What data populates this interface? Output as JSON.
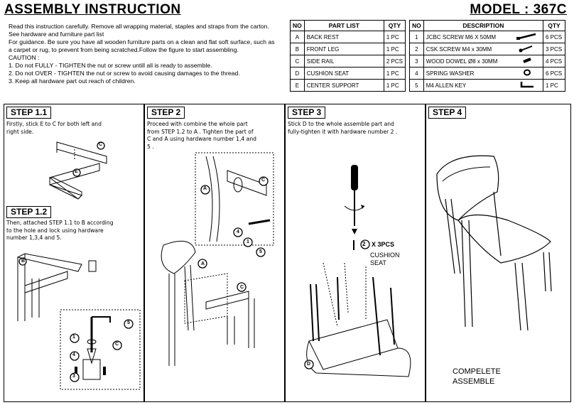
{
  "header": {
    "title": "ASSEMBLY INSTRUCTION",
    "model": "MODEL : 367C"
  },
  "intro": {
    "lines": [
      "Read this  instruction carefully. Remove all wrapping material, staples and straps from the carton.",
      "See hardware and furniture part list",
      "For guidance. Be sure you have all wooden furniture parts on a clean and flat soft surface, such as",
      "a carpet or rug, to prevent from being scratched.Follow the figure to start assembling.",
      "CAUTION :",
      "1. Do not FULLY - TIGHTEN the nut or screw untill all is ready to assemble.",
      "2. Do not OVER -  TIGHTEN the nut or screw to avoid causing damages to the thread.",
      "3. Keep all hardware part out reach of children."
    ]
  },
  "parts_table": {
    "headers": [
      "NO",
      "PART LIST",
      "QTY"
    ],
    "rows": [
      {
        "no": "A",
        "name": "BACK REST",
        "qty": "1 PC"
      },
      {
        "no": "B",
        "name": "FRONT LEG",
        "qty": "1 PC"
      },
      {
        "no": "C",
        "name": "SIDE RAIL",
        "qty": "2 PCS"
      },
      {
        "no": "D",
        "name": "CUSHION SEAT",
        "qty": "1 PC"
      },
      {
        "no": "E",
        "name": "CENTER SUPPORT",
        "qty": "1 PC"
      }
    ]
  },
  "hardware_table": {
    "headers": [
      "NO",
      "DESCRIPTION",
      "QTY"
    ],
    "rows": [
      {
        "no": "1",
        "name": "JCBC SCREW M6 X 50MM",
        "qty": "6 PCS",
        "icon": "long-bolt-icon"
      },
      {
        "no": "2",
        "name": "CSK SCREW M4 x 30MM",
        "qty": "3 PCS",
        "icon": "wood-screw-icon"
      },
      {
        "no": "3",
        "name": "WOOD DOWEL Ø8 x 30MM",
        "qty": "4 PCS",
        "icon": "dowel-icon"
      },
      {
        "no": "4",
        "name": "SPRING WASHER",
        "qty": "6 PCS",
        "icon": "washer-icon"
      },
      {
        "no": "5",
        "name": "M4 ALLEN KEY",
        "qty": "1 PC",
        "icon": "allen-key-icon"
      }
    ]
  },
  "steps": {
    "s11": {
      "title": "STEP 1.1",
      "text": [
        "Firstly, stick E to C for both left and",
        "right side."
      ]
    },
    "s12": {
      "title": "STEP 1.2",
      "text": [
        "Then, attached STEP 1.1 to B according",
        "to the hole and lock using hardware",
        "number 1,3,4 and 5."
      ]
    },
    "s2": {
      "title": "STEP 2",
      "text": [
        "Proceed with combine the whole part",
        "from STEP 1.2 to A . Tighten the part of",
        "C and A using hardware number 1,4 and",
        "5 ."
      ]
    },
    "s3": {
      "title": "STEP 3",
      "text": [
        "Stick D to the whole assemble part and",
        "fully-tighten it with hardware number 2 ."
      ],
      "callout_qty": "X 3PCS",
      "callout_label": "CUSHION",
      "callout_label2": "SEAT"
    },
    "s4": {
      "title": "STEP 4",
      "caption1": "COMPELETE",
      "caption2": "ASSEMBLE"
    }
  },
  "markers": {
    "a": "A",
    "b": "B",
    "c": "C",
    "d": "D",
    "e": "E",
    "n1": "1",
    "n2": "2",
    "n3": "3",
    "n4": "4",
    "n5": "5"
  }
}
